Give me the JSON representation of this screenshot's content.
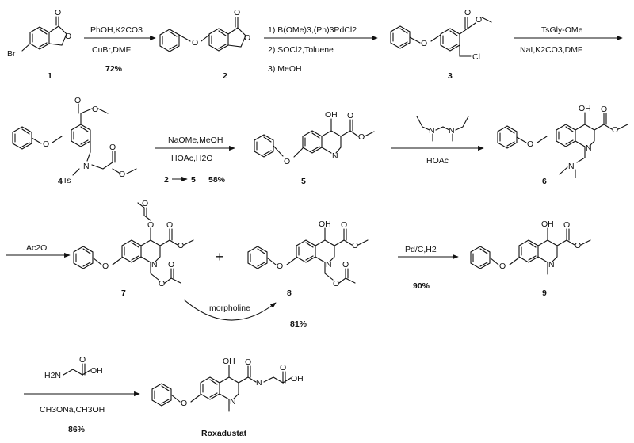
{
  "compounds": {
    "c1": "1",
    "c2": "2",
    "c3": "3",
    "c4": "4",
    "c5": "5",
    "c6": "6",
    "c7": "7",
    "c8": "8",
    "c9": "9",
    "c10": "Roxadustat"
  },
  "atoms": {
    "o": "O",
    "n": "N",
    "br": "Br",
    "cl": "Cl",
    "ts": "Ts",
    "oh": "OH",
    "h2n": "H2N"
  },
  "steps": {
    "s1": {
      "top": "PhOH,K2CO3",
      "bottom": "CuBr,DMF",
      "yield": "72%"
    },
    "s2": {
      "line1": "1) B(OMe)3,(Ph)3PdCl2",
      "line2": "2) SOCl2,Toluene",
      "line3": "3) MeOH"
    },
    "s3": {
      "top": "TsGly-OMe",
      "bottom": "NaI,K2CO3,DMF"
    },
    "s4": {
      "top": "NaOMe,MeOH",
      "bottom": "HOAc,H2O",
      "range_from": "2",
      "range_to": "5",
      "yield": "58%"
    },
    "s5": {
      "bottom": "HOAc"
    },
    "s6": {
      "top": "Ac2O"
    },
    "s7": {
      "top": "Pd/C,H2",
      "yield": "90%"
    },
    "s8": {
      "bottom": "CH3ONa,CH3OH",
      "yield": "86%"
    },
    "morpholine": {
      "label": "morpholine",
      "yield": "81%"
    }
  },
  "plus_sign": "+"
}
